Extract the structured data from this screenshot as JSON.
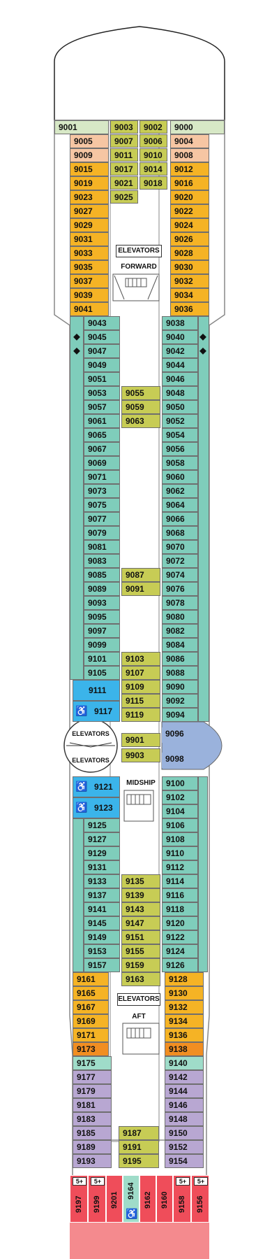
{
  "labels": {
    "elevators_forward": "ELEVATORS",
    "forward": "FORWARD",
    "midship": "MIDSHIP",
    "elevators_aft": "ELEVATORS",
    "aft": "AFT",
    "elevators_left_top": "ELEVATORS",
    "elevators_left_bottom": "ELEVATORS"
  },
  "colors": {
    "teal": "#7fcdbb",
    "olive": "#c7cc55",
    "gold": "#f5b325",
    "peach": "#f6c6a3",
    "lightgreen": "#d7e8c6",
    "blue": "#3bb4ea",
    "periwinkle": "#9ab2dc",
    "orange": "#f18e22",
    "lavender": "#b8a7d2",
    "mint": "#9fdcc9",
    "red": "#ef4d5a",
    "pink": "#f48a8e"
  },
  "cabins": {
    "c9001": "9001",
    "c9000": "9000",
    "c9003": "9003",
    "c9002": "9002",
    "c9007": "9007",
    "c9006": "9006",
    "c9011": "9011",
    "c9010": "9010",
    "c9017": "9017",
    "c9014": "9014",
    "c9021": "9021",
    "c9018": "9018",
    "c9025": "9025",
    "c9005": "9005",
    "c9009": "9009",
    "c9004": "9004",
    "c9008": "9008",
    "c9015": "9015",
    "c9019": "9019",
    "c9023": "9023",
    "c9027": "9027",
    "c9029": "9029",
    "c9031": "9031",
    "c9033": "9033",
    "c9035": "9035",
    "c9037": "9037",
    "c9039": "9039",
    "c9041": "9041",
    "c9012": "9012",
    "c9016": "9016",
    "c9020": "9020",
    "c9022": "9022",
    "c9024": "9024",
    "c9026": "9026",
    "c9028": "9028",
    "c9030": "9030",
    "c9032": "9032",
    "c9034": "9034",
    "c9036": "9036",
    "c9043": "9043",
    "c9045": "9045",
    "c9047": "9047",
    "c9049": "9049",
    "c9051": "9051",
    "c9053": "9053",
    "c9057": "9057",
    "c9061": "9061",
    "c9065": "9065",
    "c9067": "9067",
    "c9069": "9069",
    "c9071": "9071",
    "c9073": "9073",
    "c9075": "9075",
    "c9077": "9077",
    "c9079": "9079",
    "c9081": "9081",
    "c9083": "9083",
    "c9085": "9085",
    "c9089": "9089",
    "c9093": "9093",
    "c9095": "9095",
    "c9097": "9097",
    "c9099": "9099",
    "c9101": "9101",
    "c9105": "9105",
    "c9038": "9038",
    "c9040": "9040",
    "c9042": "9042",
    "c9044": "9044",
    "c9046": "9046",
    "c9048": "9048",
    "c9050": "9050",
    "c9052": "9052",
    "c9054": "9054",
    "c9056": "9056",
    "c9058": "9058",
    "c9060": "9060",
    "c9062": "9062",
    "c9064": "9064",
    "c9066": "9066",
    "c9068": "9068",
    "c9070": "9070",
    "c9072": "9072",
    "c9074": "9074",
    "c9076": "9076",
    "c9078": "9078",
    "c9080": "9080",
    "c9082": "9082",
    "c9084": "9084",
    "c9086": "9086",
    "c9088": "9088",
    "c9090": "9090",
    "c9092": "9092",
    "c9094": "9094",
    "c9055": "9055",
    "c9059": "9059",
    "c9063": "9063",
    "c9087": "9087",
    "c9091": "9091",
    "c9103": "9103",
    "c9107": "9107",
    "c9109": "9109",
    "c9115": "9115",
    "c9119": "9119",
    "c9111": "9111",
    "c9117": "9117",
    "c9901": "9901",
    "c9903": "9903",
    "c9096": "9096",
    "c9098": "9098",
    "c9121": "9121",
    "c9123": "9123",
    "c9125": "9125",
    "c9127": "9127",
    "c9129": "9129",
    "c9131": "9131",
    "c9133": "9133",
    "c9137": "9137",
    "c9141": "9141",
    "c9145": "9145",
    "c9149": "9149",
    "c9153": "9153",
    "c9157": "9157",
    "c9100": "9100",
    "c9102": "9102",
    "c9104": "9104",
    "c9106": "9106",
    "c9108": "9108",
    "c9110": "9110",
    "c9112": "9112",
    "c9114": "9114",
    "c9116": "9116",
    "c9118": "9118",
    "c9120": "9120",
    "c9122": "9122",
    "c9124": "9124",
    "c9126": "9126",
    "c9135": "9135",
    "c9139": "9139",
    "c9143": "9143",
    "c9147": "9147",
    "c9151": "9151",
    "c9155": "9155",
    "c9159": "9159",
    "c9163": "9163",
    "c9161": "9161",
    "c9165": "9165",
    "c9167": "9167",
    "c9169": "9169",
    "c9171": "9171",
    "c9173": "9173",
    "c9128": "9128",
    "c9130": "9130",
    "c9132": "9132",
    "c9134": "9134",
    "c9136": "9136",
    "c9138": "9138",
    "c9175": "9175",
    "c9177": "9177",
    "c9179": "9179",
    "c9181": "9181",
    "c9183": "9183",
    "c9185": "9185",
    "c9189": "9189",
    "c9193": "9193",
    "c9140": "9140",
    "c9142": "9142",
    "c9144": "9144",
    "c9146": "9146",
    "c9148": "9148",
    "c9150": "9150",
    "c9152": "9152",
    "c9154": "9154",
    "c9187": "9187",
    "c9191": "9191",
    "c9195": "9195",
    "c9197": "9197",
    "c9199": "9199",
    "c9201": "9201",
    "c9164": "9164",
    "c9162": "9162",
    "c9160": "9160",
    "c9158": "9158",
    "c9156": "9156"
  },
  "badges": {
    "c9197": "5+",
    "c9199": "5+",
    "c9158": "5+",
    "c9156": "5+"
  }
}
